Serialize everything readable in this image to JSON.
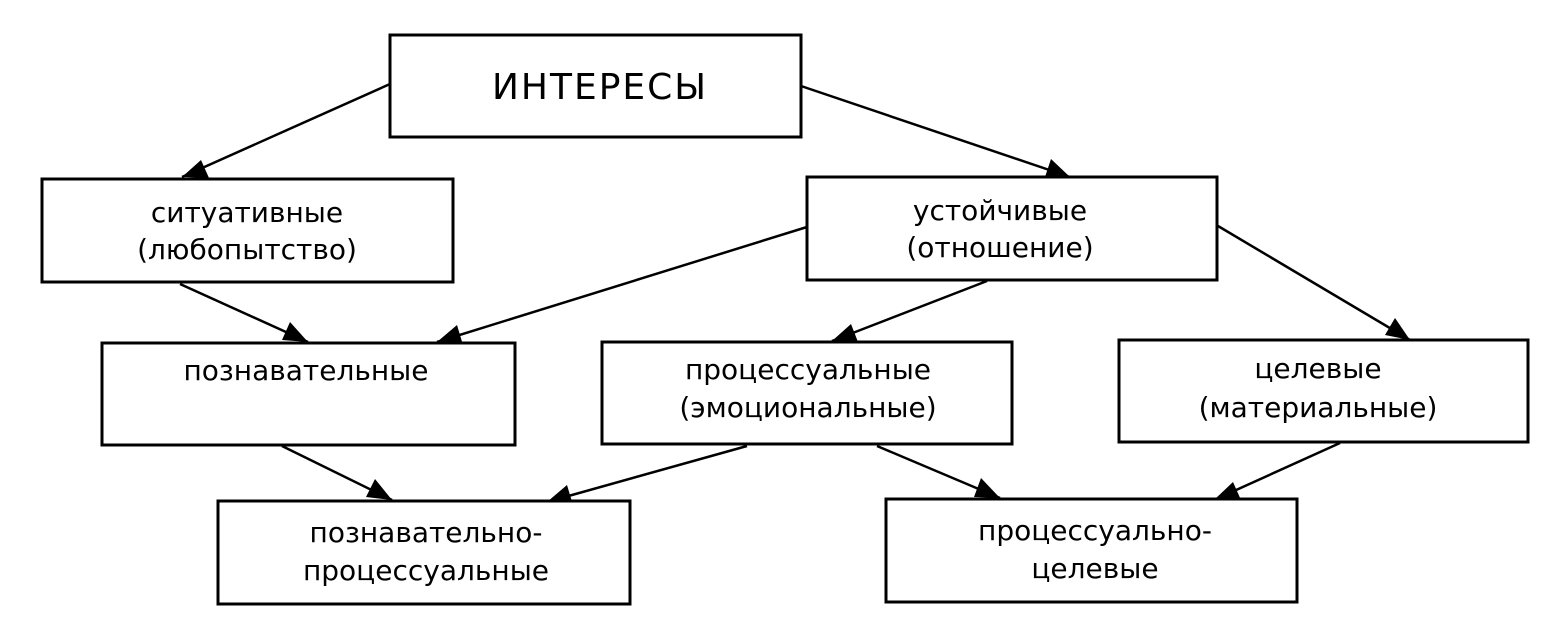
{
  "nodes": {
    "root": {
      "lines": [
        "ИНТЕРЕСЫ"
      ]
    },
    "situational": {
      "lines": [
        "ситуативные",
        "(любопытство)"
      ]
    },
    "stable": {
      "lines": [
        "устойчивые",
        "(отношение)"
      ]
    },
    "cognitive": {
      "lines": [
        "познавательные"
      ]
    },
    "procedural": {
      "lines": [
        "процессуальные",
        "(эмоциональные)"
      ]
    },
    "target": {
      "lines": [
        "целевые",
        "(материальные)"
      ]
    },
    "cognitive_procedural": {
      "lines": [
        "познавательно-",
        "процессуальные"
      ]
    },
    "procedural_target": {
      "lines": [
        "процессуально-",
        "целевые"
      ]
    }
  },
  "edges": [
    {
      "from": "root",
      "to": "situational"
    },
    {
      "from": "root",
      "to": "stable"
    },
    {
      "from": "situational",
      "to": "cognitive"
    },
    {
      "from": "stable",
      "to": "cognitive"
    },
    {
      "from": "stable",
      "to": "procedural"
    },
    {
      "from": "stable",
      "to": "target"
    },
    {
      "from": "cognitive",
      "to": "cognitive_procedural"
    },
    {
      "from": "procedural",
      "to": "cognitive_procedural"
    },
    {
      "from": "procedural",
      "to": "procedural_target"
    },
    {
      "from": "target",
      "to": "procedural_target"
    }
  ],
  "colors": {
    "line": "#000000",
    "background": "#ffffff"
  }
}
